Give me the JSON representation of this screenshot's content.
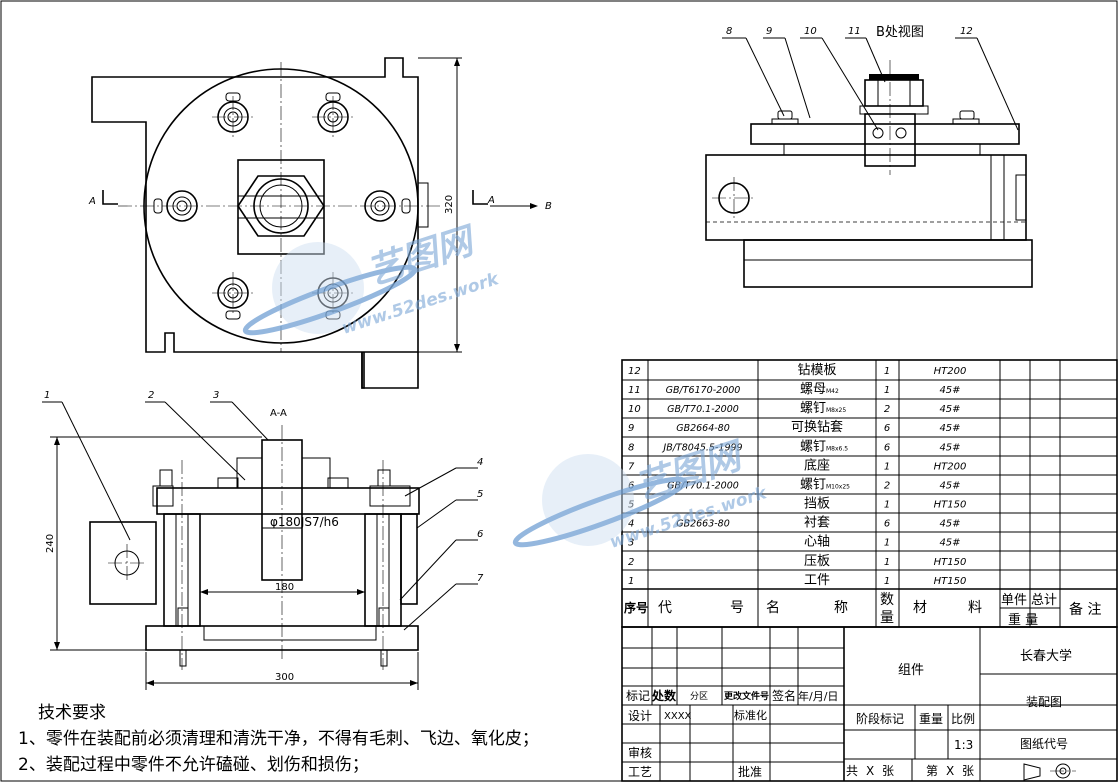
{
  "top_view": {
    "section_mark": "A",
    "view_mark": "B",
    "dim_height": "320"
  },
  "b_view": {
    "title": "B处视图",
    "balloons": [
      "8",
      "9",
      "10",
      "11",
      "12"
    ]
  },
  "section_view": {
    "title": "A-A",
    "balloons": [
      "1",
      "2",
      "3",
      "4",
      "5",
      "6",
      "7"
    ],
    "fit_label": "φ180JS7/h6",
    "dim_inner": "180",
    "dim_width": "300",
    "dim_height": "240"
  },
  "watermark": {
    "brand": "艺图网",
    "url": "www.52des.work"
  },
  "parts_list": {
    "rows": [
      {
        "no": "12",
        "code": "",
        "name": "钻模板",
        "qty": "1",
        "material": "HT200"
      },
      {
        "no": "11",
        "code": "GB/T6170-2000",
        "name": "螺母",
        "name_sub": "M42",
        "qty": "1",
        "material": "45#"
      },
      {
        "no": "10",
        "code": "GB/T70.1-2000",
        "name": "螺钉",
        "name_sub": "M8x25",
        "qty": "2",
        "material": "45#"
      },
      {
        "no": "9",
        "code": "GB2664-80",
        "name": "可换钻套",
        "qty": "6",
        "material": "45#"
      },
      {
        "no": "8",
        "code": "JB/T8045.5-1999",
        "name": "螺钉",
        "name_sub": "M8x6.5",
        "qty": "6",
        "material": "45#"
      },
      {
        "no": "7",
        "code": "",
        "name": "底座",
        "qty": "1",
        "material": "HT200"
      },
      {
        "no": "6",
        "code": "GB/T70.1-2000",
        "name": "螺钉",
        "name_sub": "M10x25",
        "qty": "2",
        "material": "45#"
      },
      {
        "no": "5",
        "code": "",
        "name": "挡板",
        "qty": "1",
        "material": "HT150"
      },
      {
        "no": "4",
        "code": "GB2663-80",
        "name": "衬套",
        "qty": "6",
        "material": "45#"
      },
      {
        "no": "3",
        "code": "",
        "name": "心轴",
        "qty": "1",
        "material": "45#"
      },
      {
        "no": "2",
        "code": "",
        "name": "压板",
        "qty": "1",
        "material": "HT150"
      },
      {
        "no": "1",
        "code": "",
        "name": "工件",
        "qty": "1",
        "material": "HT150"
      }
    ],
    "header": {
      "no": "序号",
      "code_a": "代",
      "code_b": "号",
      "name_a": "名",
      "name_b": "称",
      "qty_a": "数",
      "qty_b": "量",
      "mat_a": "材",
      "mat_b": "料",
      "unit_a": "单件",
      "unit_b": "总计",
      "weight": "重 量",
      "note": "备 注"
    }
  },
  "title_block": {
    "biaoji": "标记",
    "chushu": "处数",
    "fenqu": "分区",
    "gengai": "更改文件号",
    "qianming": "签名",
    "date": "年/月/日",
    "sheji": "设计",
    "sheji_val": "XXXX",
    "biaozhunhua": "标准化",
    "shenhe": "审核",
    "gongyi": "工艺",
    "pizhun": "批准",
    "jieduan": "阶段标记",
    "zhongliang": "重量",
    "bili": "比例",
    "scale": "1:3",
    "gong": "共",
    "zhang1": "张",
    "x1": "X",
    "di": "第",
    "x2": "X",
    "zhang2": "张",
    "assembly": "组件",
    "university": "长春大学",
    "drawing_name": "装配图",
    "drawing_code": "图纸代号"
  },
  "notes": {
    "title": "技术要求",
    "items": [
      "1、零件在装配前必须清理和清洗干净，不得有毛刺、飞边、氧化皮；",
      "2、装配过程中零件不允许磕碰、划伤和损伤；"
    ]
  }
}
